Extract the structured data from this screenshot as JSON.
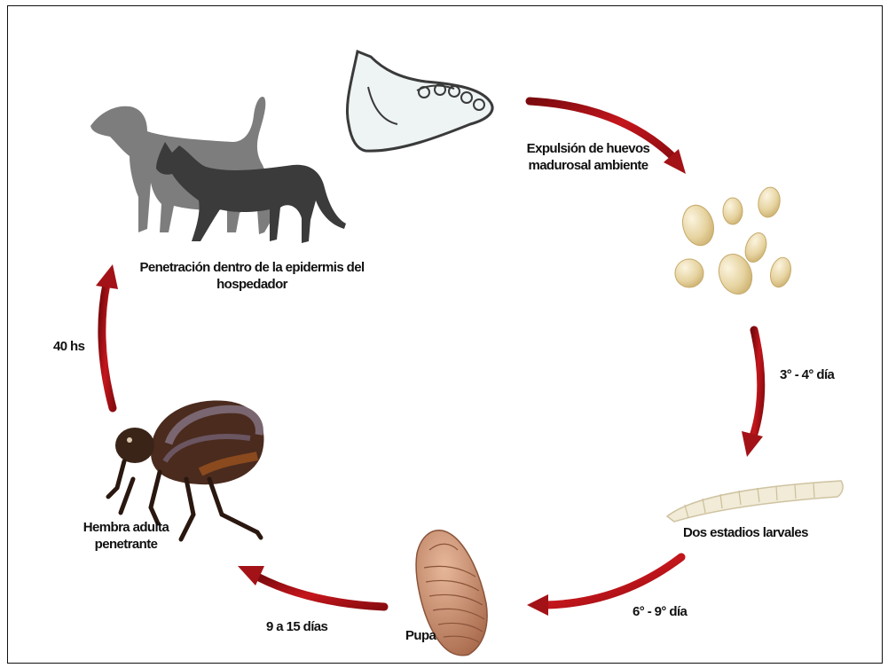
{
  "stages": {
    "expulsion": "Expulsión de huevos madurosal ambiente",
    "larvae": "Dos estadios larvales",
    "pupa": "Pupa",
    "adult_female": "Hembra adulta penetrante",
    "penetration": "Penetración dentro de la epidermis del hospedador"
  },
  "intervals": {
    "eggs_to_larvae": "3° - 4° día",
    "larvae_to_pupa": "6° - 9° día",
    "pupa_to_adult": "9 a 15 días",
    "adult_to_host": "40 hs"
  },
  "icons": [
    "foot-icon",
    "eggs-icon",
    "larva-icon",
    "pupa-icon",
    "flea-icon",
    "dog-icon",
    "cat-icon"
  ],
  "colors": {
    "arrow": "#b01218",
    "egg": "#e8d7a6",
    "flea": "#3a2418",
    "dog": "#7d7d7d",
    "cat": "#3b3b3b"
  }
}
